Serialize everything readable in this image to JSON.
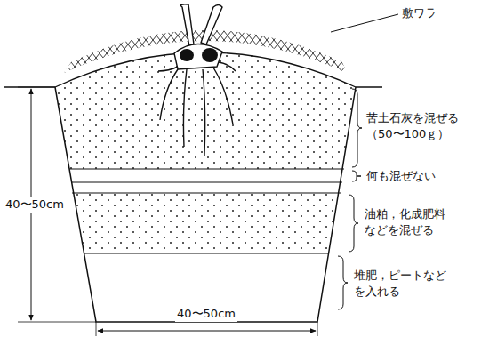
{
  "diagram": {
    "labels": [
      "敷ワラ",
      "苦土石灰を混ぜる （50〜100ｇ）",
      "何も混ぜない",
      "油粕，化成肥料 などを混ぜる",
      "堆肥，ピートなど を入れる",
      "40〜50cm",
      "40〜50cm"
    ]
  }
}
